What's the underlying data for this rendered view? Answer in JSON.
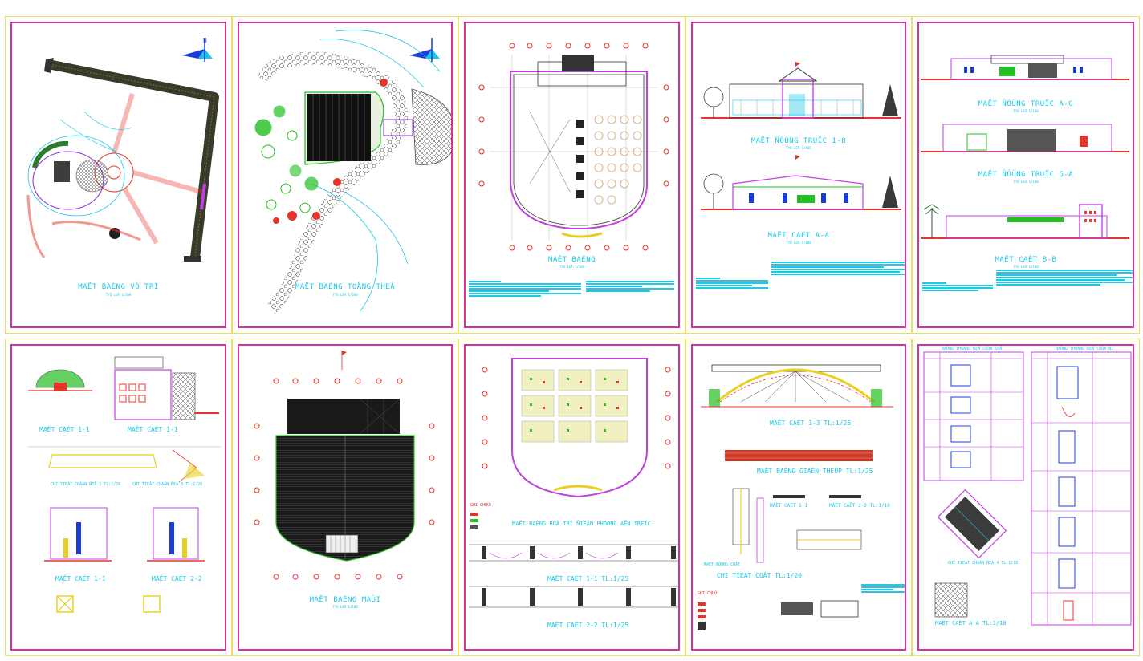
{
  "sheets": [
    {
      "id": "s1",
      "title": "MAËT BAÈNG VÒ TRÍ",
      "scale": "TYÛ LEÄ 1/200"
    },
    {
      "id": "s2",
      "title": "MAËT BAÈNG TOÅNG THEÅ",
      "scale": "TYÛ LEÄ 1/200"
    },
    {
      "id": "s3",
      "title": "MAËT BAÈNG",
      "scale": "TYÛ LEÄ 1/100"
    },
    {
      "id": "s4",
      "title_a": "MAËT ÑÖÙNG TRUÏC 1-8",
      "scale_a": "TYÛ LEÄ 1/100",
      "title_b": "MAËT CAÉT A-A",
      "scale_b": "TYÛ LEÄ 1/100"
    },
    {
      "id": "s5",
      "title_a": "MAËT ÑÖÙNG TRUÏC A-G",
      "scale_a": "TYÛ LEÄ 1/100",
      "title_b": "MAËT ÑÖÙNG TRUÏC G-A",
      "scale_b": "TYÛ LEÄ 1/100",
      "title_c": "MAËT CAÉT B-B",
      "scale_c": "TYÛ LEÄ 1/100"
    },
    {
      "id": "s6",
      "title_a": "MAËT CAÉT 1-1",
      "title_b": "MAËT CAÉT 1-1",
      "title_c": "CHI TIEÁT CHAÂN ÑEÁ 2 TL:1/20",
      "title_d": "CHI TIEÁT CHAÂN ÑEÁ 3 TL:1/20",
      "title_e": "MAËT CAÉT 1-1",
      "title_f": "MAËT CAÉT 2-2"
    },
    {
      "id": "s7",
      "title": "MAËT BAÈNG MAÙI",
      "scale": "TYÛ LEÄ 1/100"
    },
    {
      "id": "s8",
      "title_a": "MAËT BAÈNG BOÁ TRÍ ÑIEÄN PHOØNG AÊN TREÏC",
      "title_b": "MAËT CAÉT 1-1 TL:1/25",
      "title_c": "MAËT CAÉT 2-2 TL:1/25",
      "legend": "GHI CHUÙ:"
    },
    {
      "id": "s9",
      "title_a": "MAËT CAÉT 3-3 TL:1/25",
      "title_b": "MAËT BAÈNG GIAÈN THEÙP TL:1/25",
      "title_c": "MAËT CAÉT 1-1",
      "title_d": "MAËT CAÉT 2-2 TL:1/10",
      "title_e": "MAËT ÑÖÙNG COÄT",
      "title_f": "CHI TIEÁT COÄT TL:1/20",
      "legend": "GHI CHUÙ:"
    },
    {
      "id": "s10",
      "title_a": "BAÛNG THOÁNG KEÂ CÖÛA SOÅ",
      "title_b": "BAÛNG THOÁNG KEÂ CÖÛA ÑI",
      "title_c": "MAËT CAÉT A-A TL:1/10",
      "title_d": "CHI TIEÁT CHAÂN ÑEÁ 4 TL:1/10"
    }
  ],
  "icons": {
    "north": "north-arrow-icon",
    "tree": "tree-icon",
    "cross_box": "cross-box-icon",
    "empty_box": "empty-box-icon"
  },
  "colors": {
    "frame": "#d6339a",
    "sheet_border": "#e8e060",
    "text": "#19c8e8",
    "red": "#e8332a",
    "green": "#22c022",
    "yellow": "#e8d020",
    "black": "#111111"
  }
}
